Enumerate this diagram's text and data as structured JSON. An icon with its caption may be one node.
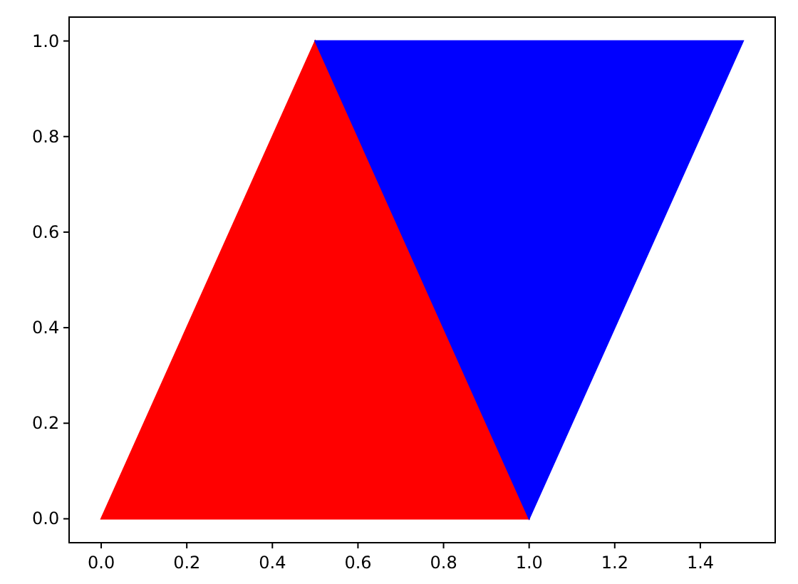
{
  "diagram": {
    "chart_data": {
      "type": "area",
      "x": [
        0,
        0.5,
        1,
        1.5
      ],
      "series": [
        {
          "color": "#ff0000",
          "values": [
            0,
            1,
            0,
            null
          ]
        },
        {
          "color": "#0000ff",
          "values": [
            null,
            1,
            0,
            1
          ]
        }
      ],
      "xlim": [
        -0.075,
        1.575
      ],
      "ylim": [
        -0.05,
        1.05
      ],
      "xticks": [
        {
          "value": 0,
          "label": "0.0"
        },
        {
          "value": 0.2,
          "label": "0.2"
        },
        {
          "value": 0.4,
          "label": "0.4"
        },
        {
          "value": 0.6,
          "label": "0.6"
        },
        {
          "value": 0.8,
          "label": "0.8"
        },
        {
          "value": 1.0,
          "label": "1.0"
        },
        {
          "value": 1.2,
          "label": "1.2"
        },
        {
          "value": 1.4,
          "label": "1.4"
        }
      ],
      "yticks": [
        {
          "value": 0,
          "label": "0.0"
        },
        {
          "value": 0.2,
          "label": "0.2"
        },
        {
          "value": 0.4,
          "label": "0.4"
        },
        {
          "value": 0.6,
          "label": "0.6"
        },
        {
          "value": 0.8,
          "label": "0.8"
        },
        {
          "value": 1.0,
          "label": "1.0"
        }
      ]
    }
  }
}
